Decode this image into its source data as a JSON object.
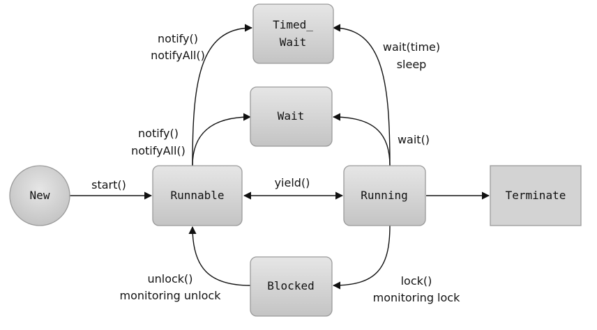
{
  "states": {
    "new": "New",
    "runnable": "Runnable",
    "running": "Running",
    "terminate": "Terminate",
    "timed_wait_line1": "Timed_",
    "timed_wait_line2": "Wait",
    "wait": "Wait",
    "blocked": "Blocked"
  },
  "transitions": {
    "start": "start()",
    "yield": "yield()",
    "wait": "wait()",
    "wait_time": "wait(time)",
    "sleep": "sleep",
    "notify_timed": "notify()",
    "notify_all_timed": "notifyAll()",
    "notify_wait": "notify()",
    "notify_all_wait": "notifyAll()",
    "unlock": "unlock()",
    "monitoring_unlock": "monitoring unlock",
    "lock": "lock()",
    "monitoring_lock": "monitoring lock"
  },
  "colors": {
    "state_fill_light": "#e6e6e6",
    "state_fill_dark": "#c4c4c4",
    "terminate_fill": "#d3d3d3",
    "stroke": "#9a9a9a",
    "edge": "#111111"
  }
}
